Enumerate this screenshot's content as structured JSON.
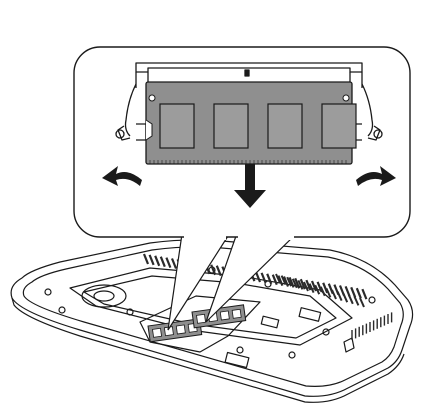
{
  "figure": {
    "colors": {
      "stroke": "#1a1a1a",
      "module_fill": "#8f8f8f",
      "chip_fill": "#9c9c9c",
      "slot_fill": "#ffffff",
      "background": "#ffffff",
      "vent_fill": "#2a2a2a"
    },
    "callout": {
      "shape": "rounded-rectangle"
    },
    "memory_module": {
      "chip_count": 4
    },
    "arrows": [
      {
        "name": "left-latch-arrow",
        "direction": "outward-left"
      },
      {
        "name": "insert-arrow",
        "direction": "down"
      },
      {
        "name": "right-latch-arrow",
        "direction": "outward-right"
      }
    ],
    "laptop": {
      "view": "bottom-cover-removed"
    }
  }
}
